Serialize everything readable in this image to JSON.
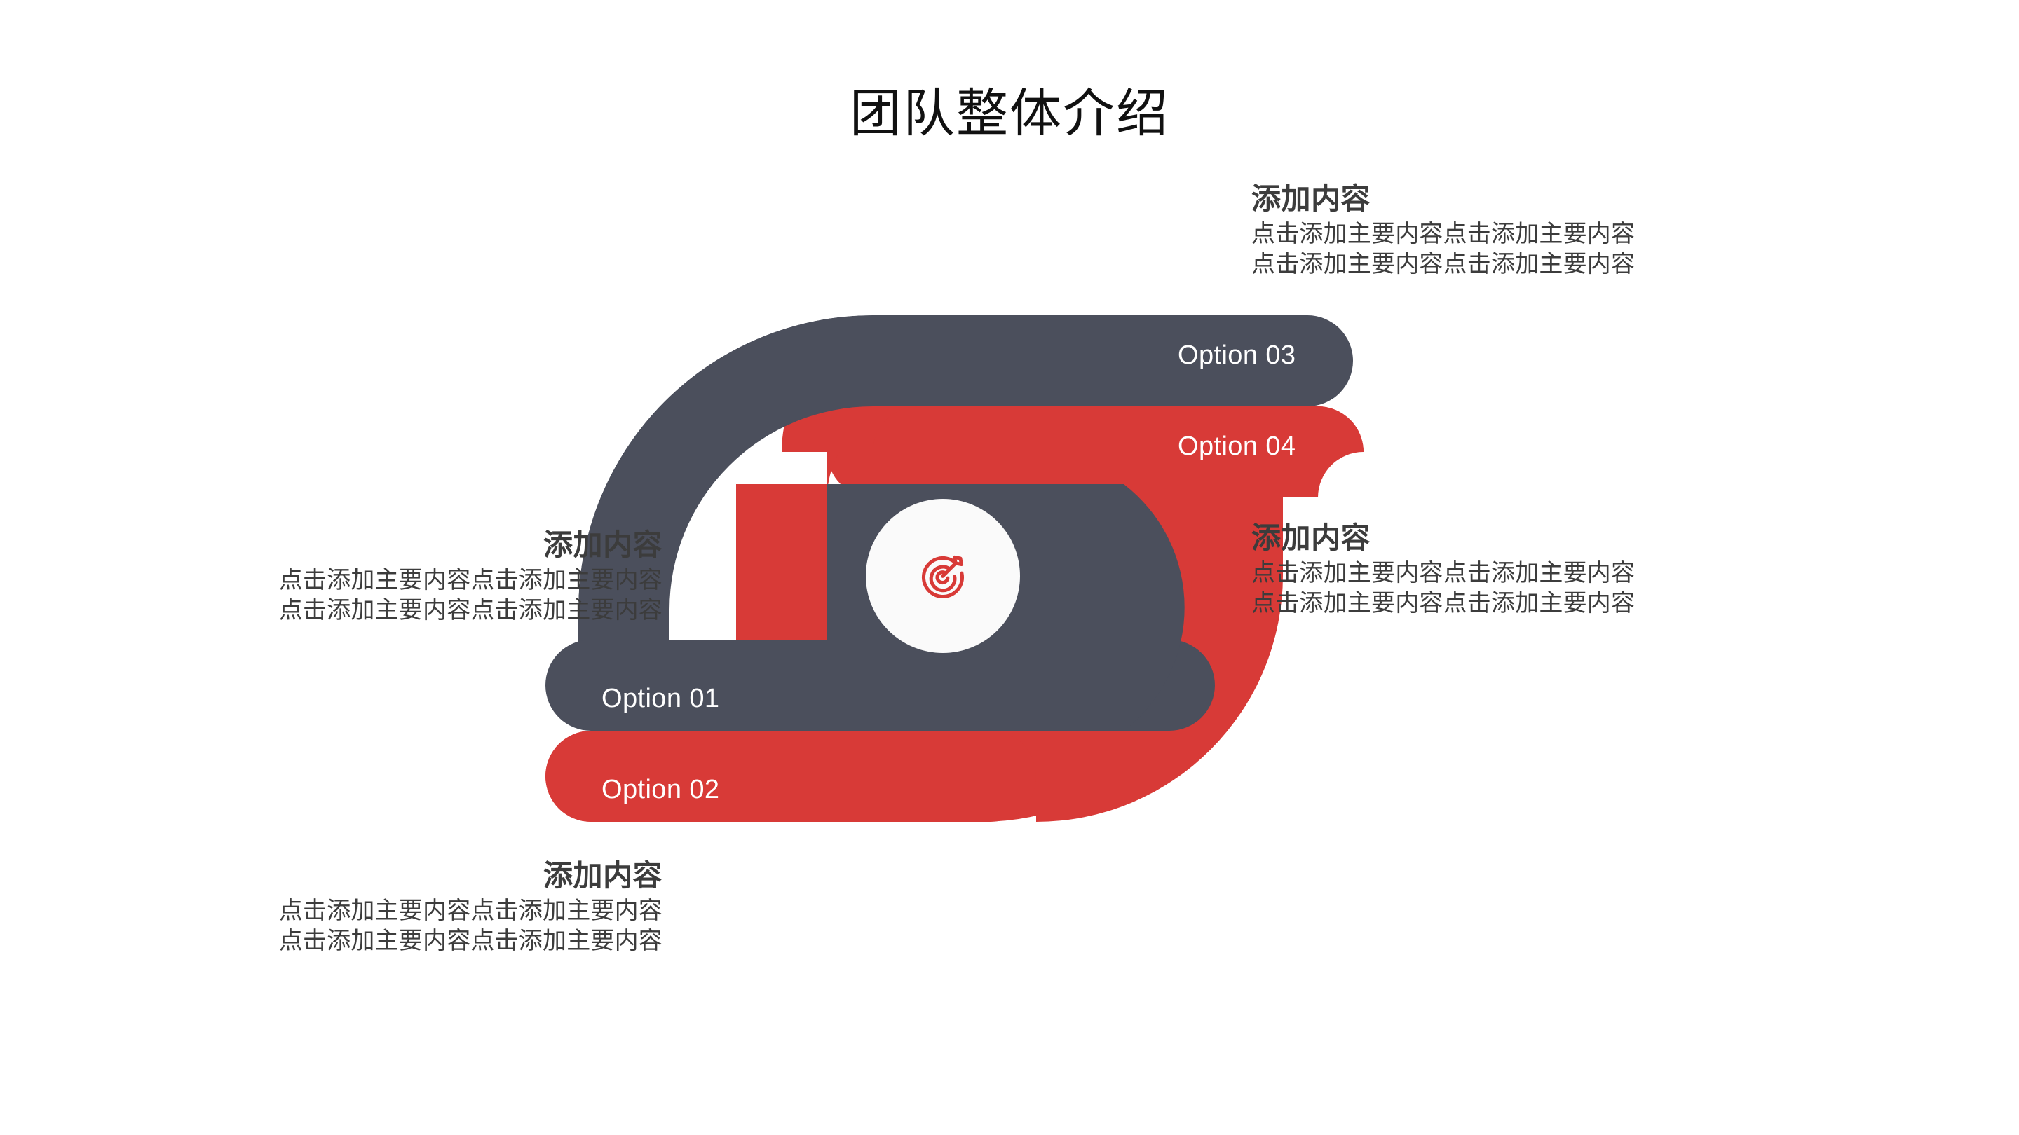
{
  "slide": {
    "title": "团队整体介绍",
    "background_color": "#ffffff"
  },
  "theme": {
    "dark_color": "#4b4f5c",
    "red_color": "#d83a37",
    "text_color": "#3c3c3c",
    "pill_label_color": "#ffffff",
    "center_circle_color": "#fafafa"
  },
  "center": {
    "icon_name": "target-dart-icon",
    "icon_color": "#d83a37"
  },
  "options": [
    {
      "id": "option-01",
      "label": "Option 01",
      "color": "#4b4f5c"
    },
    {
      "id": "option-02",
      "label": "Option 02",
      "color": "#d83a37"
    },
    {
      "id": "option-03",
      "label": "Option 03",
      "color": "#4b4f5c"
    },
    {
      "id": "option-04",
      "label": "Option 04",
      "color": "#d83a37"
    }
  ],
  "text_blocks": {
    "top_right": {
      "heading": "添加内容",
      "line1": "点击添加主要内容点击添加主要内容",
      "line2": "点击添加主要内容点击添加主要内容"
    },
    "mid_right": {
      "heading": "添加内容",
      "line1": "点击添加主要内容点击添加主要内容",
      "line2": "点击添加主要内容点击添加主要内容"
    },
    "mid_left": {
      "heading": "添加内容",
      "line1": "点击添加主要内容点击添加主要内容",
      "line2": "点击添加主要内容点击添加主要内容"
    },
    "bottom_left": {
      "heading": "添加内容",
      "line1": "点击添加主要内容点击添加主要内容",
      "line2": "点击添加主要内容点击添加主要内容"
    }
  }
}
